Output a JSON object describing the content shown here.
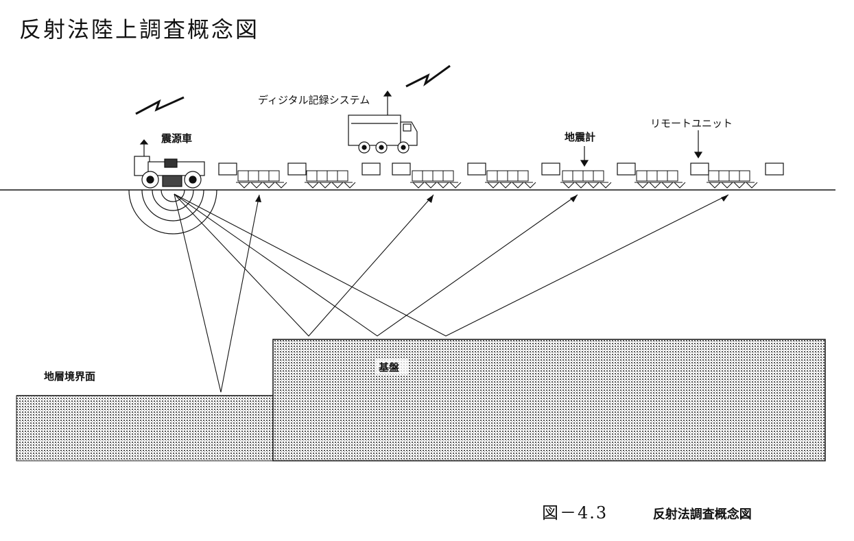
{
  "title": "反射法陸上調査概念図",
  "labels": {
    "recording_system": "ディジタル記録システム",
    "source_vehicle": "震源車",
    "geophone": "地震計",
    "remote_unit": "リモートユニット",
    "layer_boundary": "地層境界面",
    "basement": "基盤"
  },
  "caption": {
    "number": "図－4.3",
    "title": "反射法調査概念図"
  }
}
